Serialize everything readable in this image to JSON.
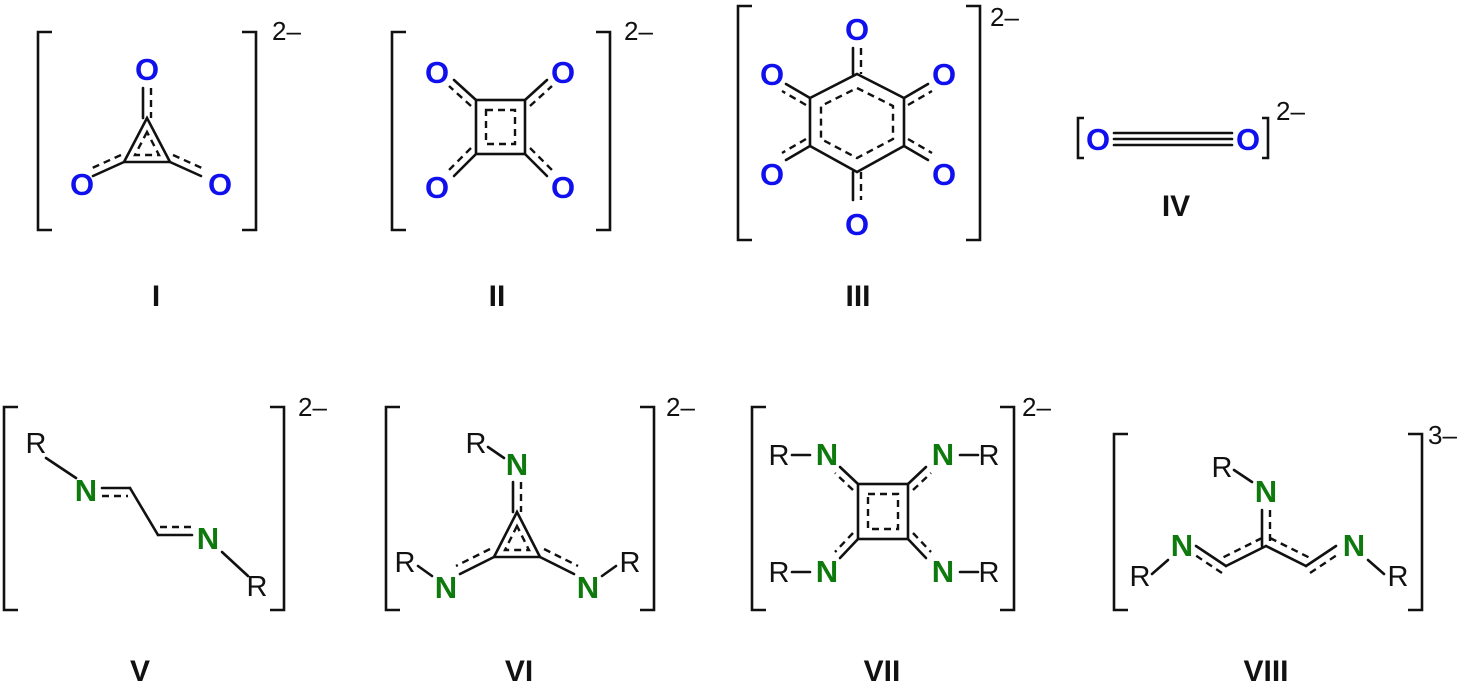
{
  "colors": {
    "oxygen": "#1010ee",
    "nitrogen": "#0e7a0e",
    "ink": "#111111"
  },
  "atoms": {
    "oxygen": "O",
    "nitrogen": "N",
    "substituent": "R"
  },
  "structures": [
    {
      "label": "I",
      "charge": "2–"
    },
    {
      "label": "II",
      "charge": "2–"
    },
    {
      "label": "III",
      "charge": "2–"
    },
    {
      "label": "IV",
      "charge": "2–"
    },
    {
      "label": "V",
      "charge": "2–"
    },
    {
      "label": "VI",
      "charge": "2–"
    },
    {
      "label": "VII",
      "charge": "2–"
    },
    {
      "label": "VIII",
      "charge": "3–"
    }
  ]
}
